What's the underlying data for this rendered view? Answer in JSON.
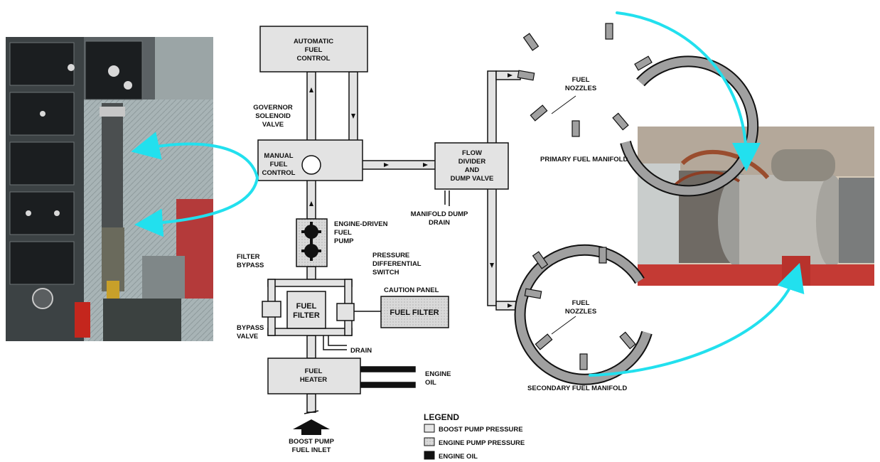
{
  "labels": {
    "automatic_fuel_control": [
      "AUTOMATIC",
      "FUEL",
      "CONTROL"
    ],
    "governor_solenoid_valve": [
      "GOVERNOR",
      "SOLENOID",
      "VALVE"
    ],
    "manual_fuel_control": [
      "MANUAL",
      "FUEL",
      "CONTROL"
    ],
    "flow_divider": [
      "FLOW",
      "DIVIDER",
      "AND",
      "DUMP VALVE"
    ],
    "manifold_dump_drain": [
      "MANIFOLD DUMP",
      "DRAIN"
    ],
    "engine_driven_pump": [
      "ENGINE-DRIVEN",
      "FUEL",
      "PUMP"
    ],
    "filter_bypass": [
      "FILTER",
      "BYPASS"
    ],
    "pressure_diff_switch": [
      "PRESSURE",
      "DIFFERENTIAL",
      "SWITCH"
    ],
    "caution_panel": "CAUTION PANEL",
    "fuel_filter_caution": "FUEL FILTER",
    "fuel_filter": [
      "FUEL",
      "FILTER"
    ],
    "bypass_valve": [
      "BYPASS",
      "VALVE"
    ],
    "drain": "DRAIN",
    "fuel_heater": [
      "FUEL",
      "HEATER"
    ],
    "engine_oil": [
      "ENGINE",
      "OIL"
    ],
    "boost_pump_inlet": [
      "BOOST PUMP",
      "FUEL INLET"
    ],
    "fuel_nozzles_primary": [
      "FUEL",
      "NOZZLES"
    ],
    "fuel_nozzles_secondary": [
      "FUEL",
      "NOZZLES"
    ],
    "primary_manifold": "PRIMARY FUEL MANIFOLD",
    "secondary_manifold": "SECONDARY FUEL MANIFOLD"
  },
  "legend": {
    "title": "LEGEND",
    "items": [
      {
        "label": "BOOST PUMP PRESSURE",
        "color": "#e6e6e6"
      },
      {
        "label": "ENGINE PUMP PRESSURE",
        "color": "#9a9a9a"
      },
      {
        "label": "ENGINE OIL",
        "color": "#111111"
      }
    ]
  },
  "photos": {
    "cockpit": "cockpit-photo",
    "engine": "engine-photo"
  },
  "colors": {
    "arrow": "#22e0ee",
    "pipe": "#bdbdbd",
    "box": "#e3e3e3"
  }
}
